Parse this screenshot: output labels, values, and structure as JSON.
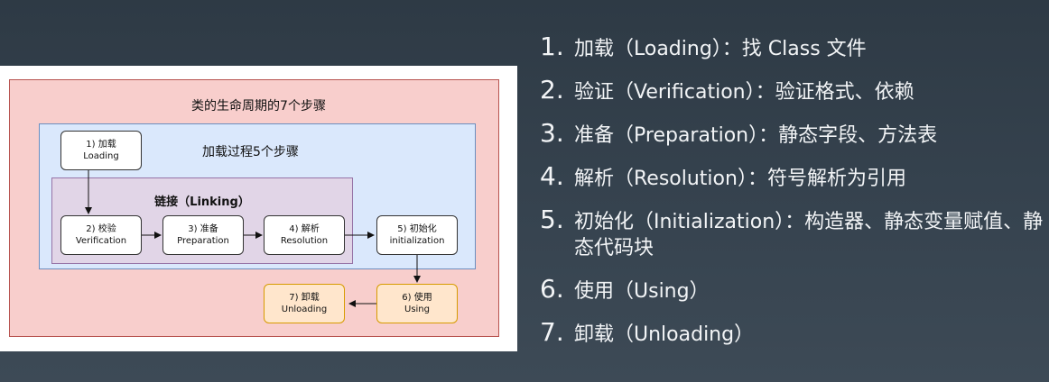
{
  "diagram": {
    "outer_title": "类的生命周期的7个步骤",
    "loading_title": "加载过程5个步骤",
    "linking_title": "链接（Linking）",
    "nodes": {
      "loading": {
        "line1": "1) 加载",
        "line2": "Loading"
      },
      "verification": {
        "line1": "2) 校验",
        "line2": "Verification"
      },
      "preparation": {
        "line1": "3) 准备",
        "line2": "Preparation"
      },
      "resolution": {
        "line1": "4) 解析",
        "line2": "Resolution"
      },
      "initialization": {
        "line1": "5) 初始化",
        "line2": "initialization"
      },
      "using": {
        "line1": "6) 使用",
        "line2": "Using"
      },
      "unloading": {
        "line1": "7) 卸载",
        "line2": "Unloading"
      }
    },
    "colors": {
      "outer_fill": "#f8cecc",
      "loading_fill": "#dae8fc",
      "linking_fill": "#e1d5e7",
      "orange_node_fill": "#ffe6cc"
    }
  },
  "steps": [
    {
      "num": "1.",
      "text": "加载（Loading）：找 Class 文件"
    },
    {
      "num": "2.",
      "text": "验证（Verification）：验证格式、依赖"
    },
    {
      "num": "3.",
      "text": "准备（Preparation）：静态字段、方法表"
    },
    {
      "num": "4.",
      "text": "解析（Resolution）：符号解析为引用"
    },
    {
      "num": "5.",
      "text": "初始化（Initialization）：构造器、静态变量赋值、静态代码块"
    },
    {
      "num": "6.",
      "text": "使用（Using）"
    },
    {
      "num": "7.",
      "text": "卸载（Unloading）"
    }
  ]
}
